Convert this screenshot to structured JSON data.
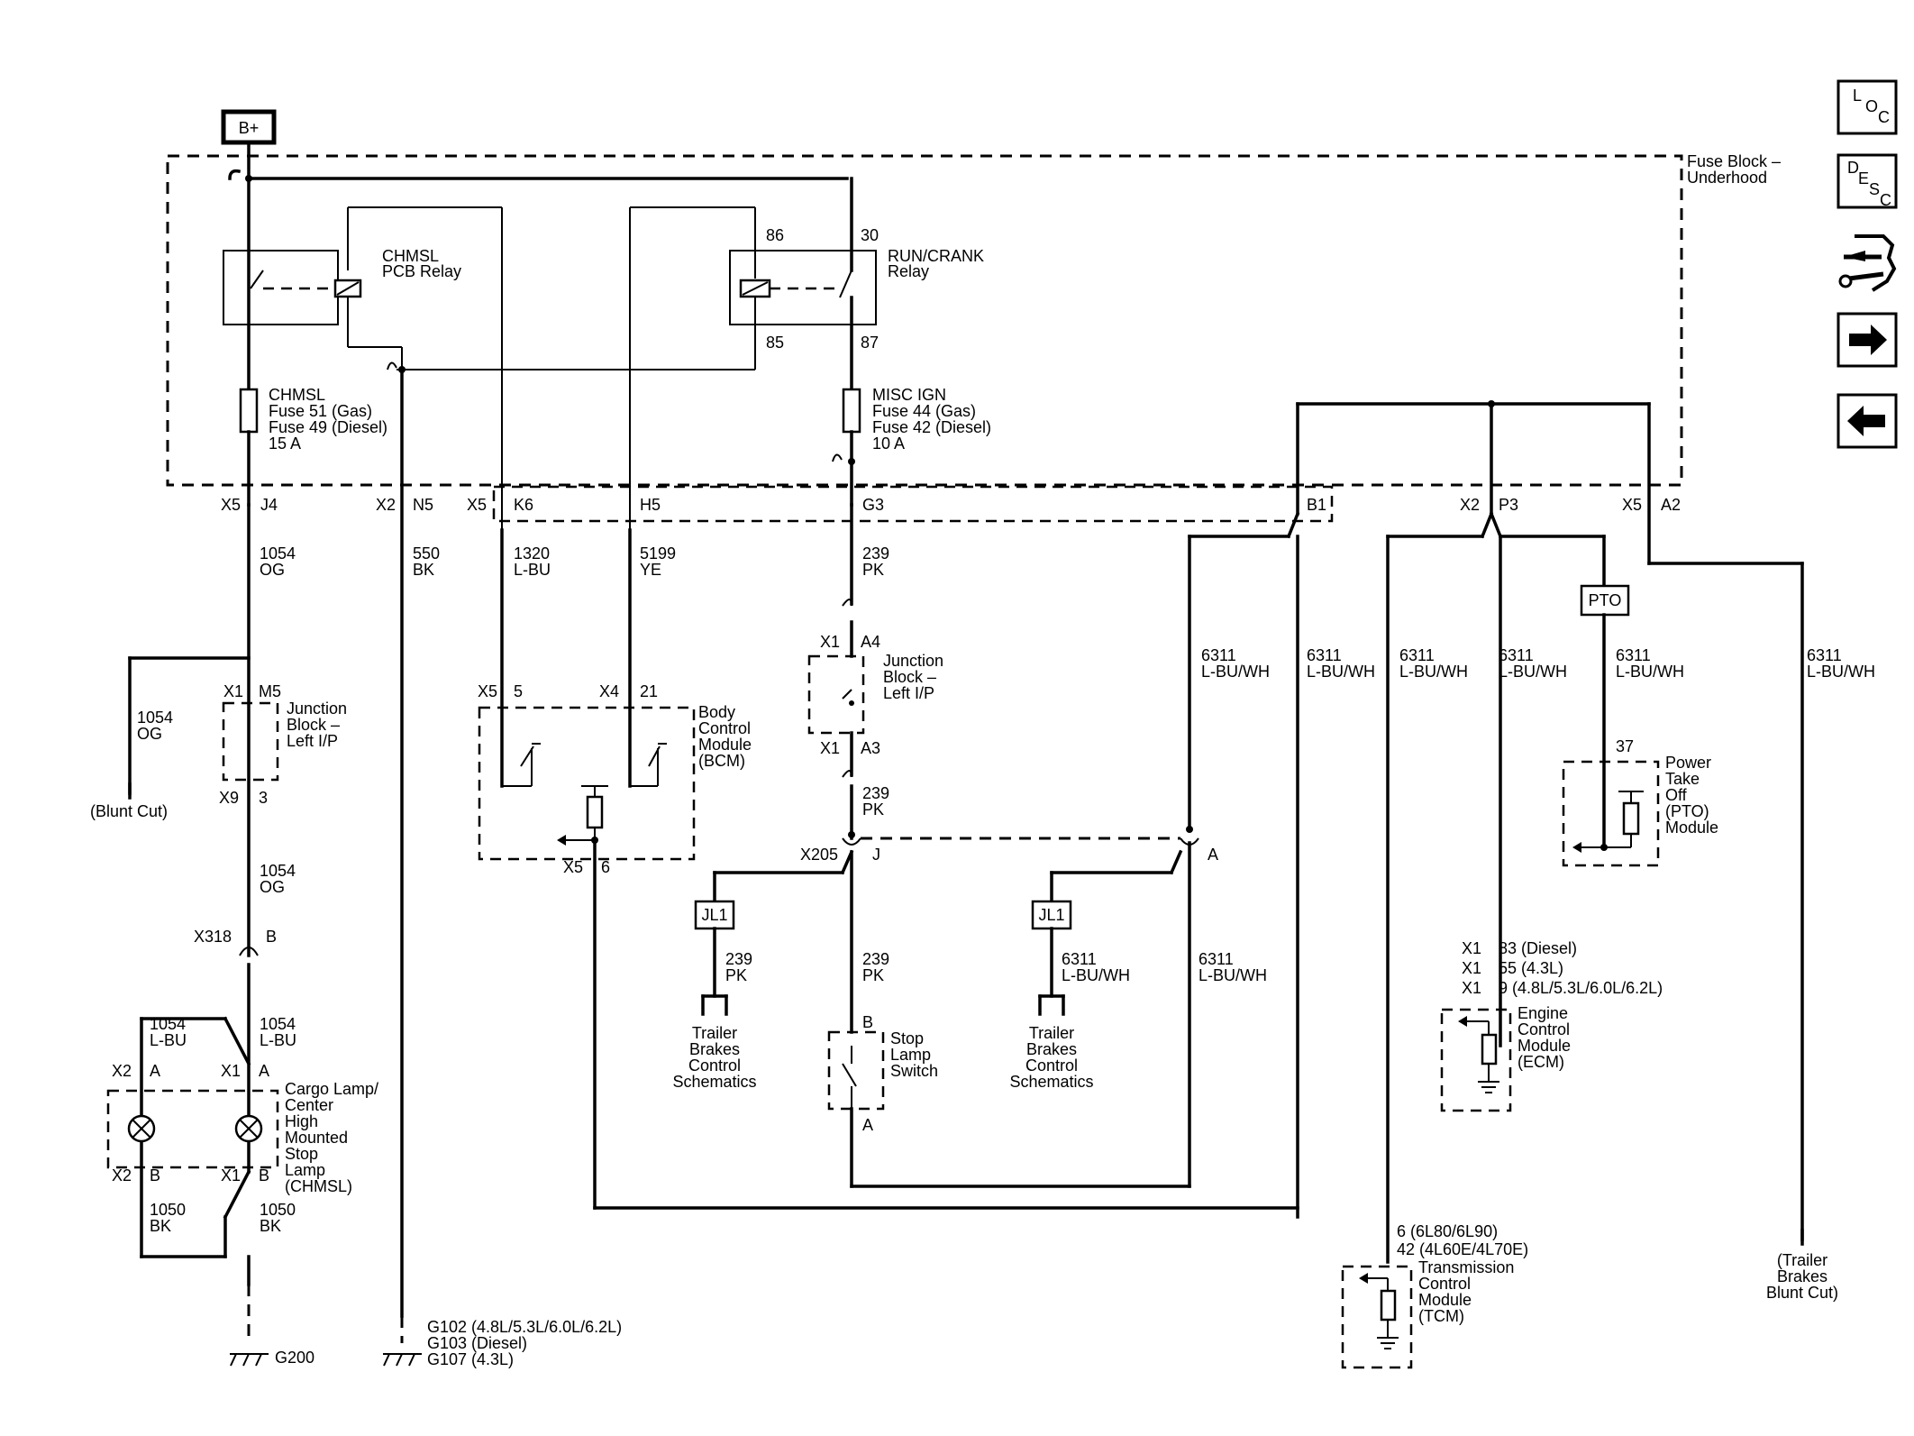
{
  "power_label": "B+",
  "fuse_block": {
    "line1": "Fuse Block –",
    "line2": "Underhood"
  },
  "nav_buttons": [
    {
      "id": "loc",
      "chars": [
        "L",
        "O",
        "C"
      ]
    },
    {
      "id": "desc",
      "chars": [
        "D",
        "E",
        "S",
        "C"
      ]
    },
    {
      "id": "component-view",
      "icon": "connector-tools-icon"
    },
    {
      "id": "next",
      "icon": "arrow-right-icon"
    },
    {
      "id": "prev",
      "icon": "arrow-left-icon"
    }
  ],
  "relays": {
    "chmsl": {
      "line1": "CHMSL",
      "line2": "PCB Relay"
    },
    "runcrank": {
      "line1": "RUN/CRANK",
      "line2": "Relay",
      "pin86": "86",
      "pin30": "30",
      "pin85": "85",
      "pin87": "87"
    }
  },
  "fuses": {
    "chmsl": {
      "line1": "CHMSL",
      "line2": "Fuse 51 (Gas)",
      "line3": "Fuse 49 (Diesel)",
      "line4": "15 A"
    },
    "misc": {
      "line1": "MISC IGN",
      "line2": "Fuse 44 (Gas)",
      "line3": "Fuse 42 (Diesel)",
      "line4": "10 A"
    }
  },
  "fuse_block_pins": {
    "x5a": "X5",
    "j4": "J4",
    "x2a": "X2",
    "n5": "N5",
    "x5b": "X5",
    "k6": "K6",
    "h5": "H5",
    "g3": "G3",
    "b1": "B1",
    "x2b": "X2",
    "p3": "P3",
    "x5c": "X5",
    "a2": "A2"
  },
  "wires": {
    "w1054a": {
      "num": "1054",
      "color": "OG"
    },
    "w550": {
      "num": "550",
      "color": "BK"
    },
    "w1320": {
      "num": "1320",
      "color": "L-BU"
    },
    "w5199": {
      "num": "5199",
      "color": "YE"
    },
    "w239a": {
      "num": "239",
      "color": "PK"
    },
    "w6311a": {
      "num": "6311",
      "color": "L-BU/WH"
    },
    "w6311b": {
      "num": "6311",
      "color": "L-BU/WH"
    },
    "w6311c": {
      "num": "6311",
      "color": "L-BU/WH"
    },
    "w6311d": {
      "num": "6311",
      "color": "L-BU/WH"
    },
    "w6311e": {
      "num": "6311",
      "color": "L-BU/WH"
    },
    "w6311f": {
      "num": "6311",
      "color": "L-BU/WH"
    },
    "w1054b": {
      "num": "1054",
      "color": "OG"
    },
    "w1054c": {
      "num": "1054",
      "color": "OG"
    },
    "w239b": {
      "num": "239",
      "color": "PK"
    },
    "w239c": {
      "num": "239",
      "color": "PK"
    },
    "w239d": {
      "num": "239",
      "color": "PK"
    },
    "w6311g": {
      "num": "6311",
      "color": "L-BU/WH"
    },
    "w6311h": {
      "num": "6311",
      "color": "L-BU/WH"
    },
    "w1054d": {
      "num": "1054",
      "color": "L-BU"
    },
    "w1054e": {
      "num": "1054",
      "color": "L-BU"
    },
    "w1050a": {
      "num": "1050",
      "color": "BK"
    },
    "w1050b": {
      "num": "1050",
      "color": "BK"
    }
  },
  "blunt_cut": "(Blunt Cut)",
  "junction_left": {
    "x1": "X1",
    "m5": "M5",
    "x9": "X9",
    "p3": "3",
    "line1": "Junction",
    "line2": "Block –",
    "line3": "Left I/P"
  },
  "junction_right": {
    "x1a": "X1",
    "a4": "A4",
    "x1b": "X1",
    "a3": "A3",
    "line1": "Junction",
    "line2": "Block –",
    "line3": "Left I/P"
  },
  "bcm": {
    "x5": "X5",
    "p5": "5",
    "x4": "X4",
    "p21": "21",
    "x5b": "X5",
    "p6": "6",
    "line1": "Body",
    "line2": "Control",
    "line3": "Module",
    "line4": "(BCM)"
  },
  "x205": {
    "name": "X205",
    "j": "J",
    "a": "A"
  },
  "x318": {
    "name": "X318",
    "b": "B"
  },
  "jl1": {
    "label": "JL1"
  },
  "trailer_brakes": {
    "line1": "Trailer",
    "line2": "Brakes",
    "line3": "Control",
    "line4": "Schematics"
  },
  "stop_switch": {
    "b": "B",
    "a": "A",
    "line1": "Stop",
    "line2": "Lamp",
    "line3": "Switch"
  },
  "pto": {
    "label": "PTO",
    "pin": "37",
    "line1": "Power",
    "line2": "Take",
    "line3": "Off",
    "line4": "(PTO)",
    "line5": "Module"
  },
  "ecm": {
    "x1a": "X1",
    "pin1": "83 (Diesel)",
    "x1b": "X1",
    "pin2": "55 (4.3L)",
    "x1c": "X1",
    "pin3": "9 (4.8L/5.3L/6.0L/6.2L)",
    "line1": "Engine",
    "line2": "Control",
    "line3": "Module",
    "line4": "(ECM)"
  },
  "tcm": {
    "pin1": "6 (6L80/6L90)",
    "pin2": "42 (4L60E/4L70E)",
    "line1": "Transmission",
    "line2": "Control",
    "line3": "Module",
    "line4": "(TCM)"
  },
  "trailer_blunt": {
    "line1": "(Trailer",
    "line2": "Brakes",
    "line3": "Blunt Cut)"
  },
  "cargo_lamp": {
    "x2a": "X2",
    "a1": "A",
    "x1a": "X1",
    "a2": "A",
    "x2b": "X2",
    "b1": "B",
    "x1b": "X1",
    "b2": "B",
    "line1": "Cargo Lamp/",
    "line2": "Center",
    "line3": "High",
    "line4": "Mounted",
    "line5": "Stop",
    "line6": "Lamp",
    "line7": "(CHMSL)"
  },
  "grounds": {
    "g200": "G200",
    "line1": "G102 (4.8L/5.3L/6.0L/6.2L)",
    "line2": "G103 (Diesel)",
    "line3": "G107 (4.3L)"
  }
}
